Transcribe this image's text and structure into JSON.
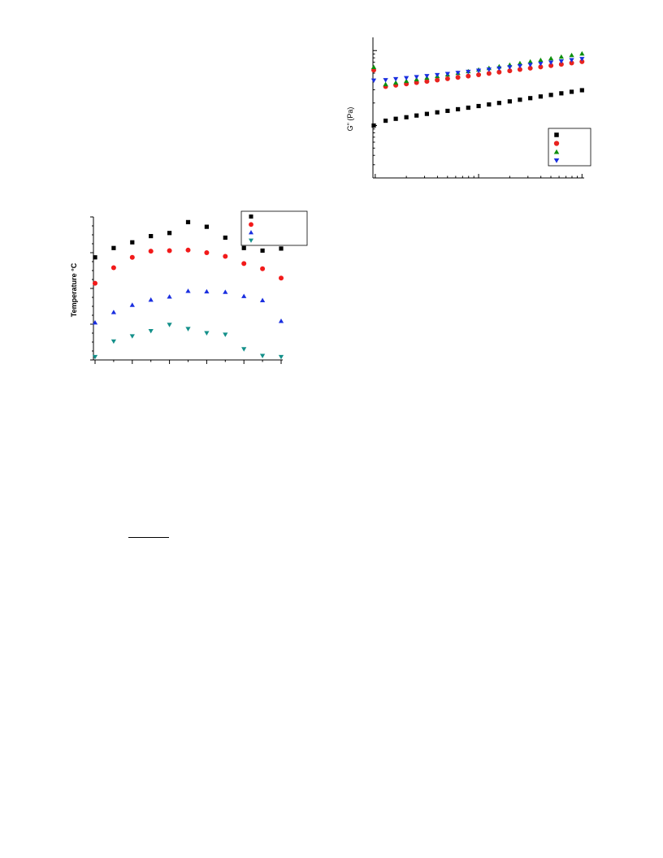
{
  "chart_data": [
    {
      "type": "scatter",
      "ylabel": "G\" (Pa)",
      "xscale": "log",
      "yscale": "log",
      "legend": "bottom-right",
      "x": [
        1,
        1.26,
        1.58,
        2,
        2.51,
        3.16,
        3.98,
        5.01,
        6.31,
        7.94,
        10,
        12.6,
        15.8,
        20,
        25.1,
        31.6,
        39.8,
        50.1,
        63.1,
        79.4,
        100
      ],
      "series": [
        {
          "color": "#000000",
          "marker": "square",
          "values": [
            10.0,
            11.6,
            12.3,
            12.9,
            13.6,
            14.3,
            15.0,
            15.7,
            16.5,
            17.3,
            18.2,
            19.1,
            20.0,
            21.0,
            22.1,
            23.2,
            24.4,
            25.6,
            26.9,
            28.2,
            29.6
          ]
        },
        {
          "color": "#e8231f",
          "marker": "circle",
          "values": [
            55.0,
            33.1,
            34.5,
            35.9,
            37.4,
            38.9,
            40.5,
            42.2,
            43.9,
            45.7,
            47.6,
            49.6,
            51.6,
            53.7,
            55.9,
            58.2,
            60.6,
            63.1,
            65.7,
            68.4,
            71.2
          ]
        },
        {
          "color": "#0e8f0e",
          "marker": "triangle-up",
          "values": [
            60.0,
            35.5,
            37.3,
            39.2,
            41.2,
            43.3,
            45.5,
            47.8,
            50.2,
            52.8,
            55.5,
            58.3,
            61.3,
            64.4,
            67.7,
            71.1,
            74.7,
            78.5,
            82.5,
            86.7,
            91.1
          ]
        },
        {
          "color": "#1a2fe0",
          "marker": "triangle-down",
          "values": [
            40.0,
            40.5,
            41.8,
            43.1,
            44.5,
            45.9,
            47.4,
            49.0,
            50.6,
            52.3,
            54.1,
            56.0,
            58.0,
            60.1,
            62.3,
            64.6,
            67.0,
            69.5,
            72.1,
            74.8,
            77.6
          ]
        }
      ]
    },
    {
      "type": "scatter",
      "ylabel": "Temperature °C",
      "legend": "top-right",
      "x": [
        1,
        2,
        3,
        4,
        5,
        6,
        7,
        8,
        9,
        10,
        11
      ],
      "series": [
        {
          "color": "#000000",
          "marker": "square",
          "values": [
            36.8,
            38.6,
            39.7,
            40.9,
            41.5,
            43.6,
            42.7,
            40.6,
            38.6,
            38.1,
            38.5
          ]
        },
        {
          "color": "#f21a1a",
          "marker": "circle",
          "values": [
            31.8,
            34.8,
            36.8,
            38.0,
            38.1,
            38.2,
            37.7,
            37.0,
            35.6,
            34.6,
            32.8
          ]
        },
        {
          "color": "#1a2fe0",
          "marker": "triangle-up",
          "values": [
            24.2,
            26.2,
            27.6,
            28.6,
            29.2,
            30.3,
            30.2,
            30.1,
            29.3,
            28.5,
            24.5
          ]
        },
        {
          "color": "#14908a",
          "marker": "triangle-down",
          "values": [
            17.6,
            20.6,
            21.6,
            22.6,
            23.8,
            23.0,
            22.2,
            21.9,
            19.1,
            17.8,
            17.6
          ]
        }
      ]
    }
  ]
}
